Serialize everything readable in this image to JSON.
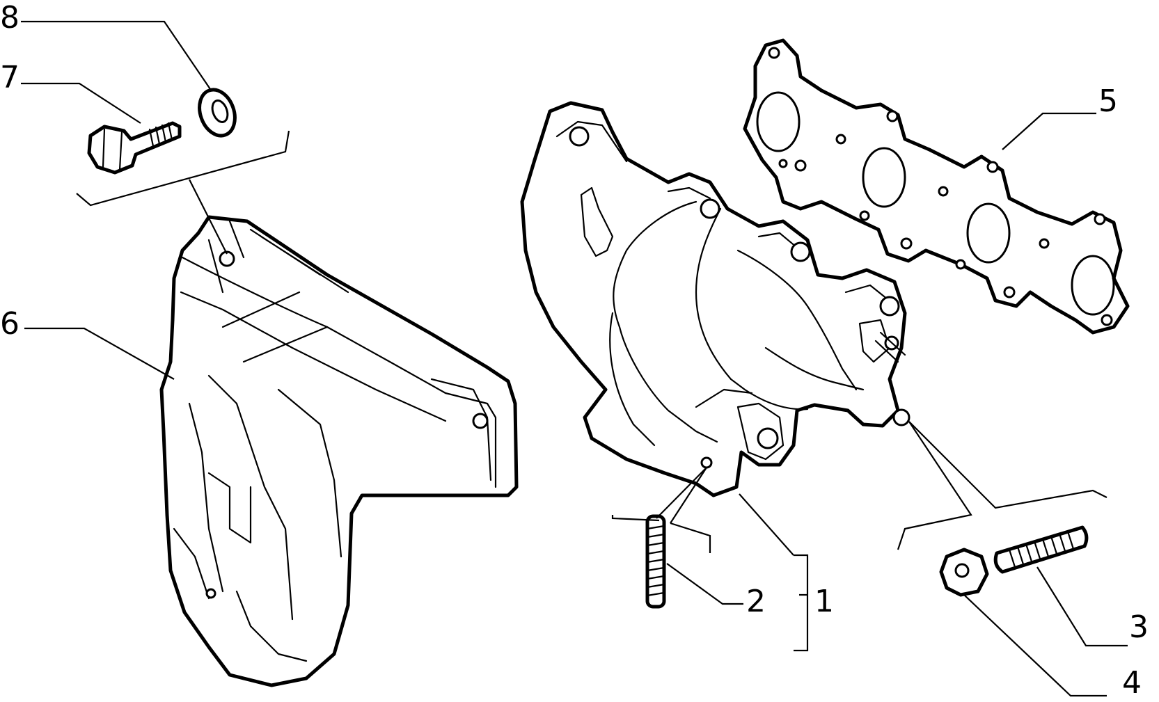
{
  "callouts": {
    "c1": "1",
    "c2": "2",
    "c3": "3",
    "c4": "4",
    "c5": "5",
    "c6": "6",
    "c7": "7",
    "c8": "8"
  },
  "parts": [
    {
      "ref": "1",
      "icon": "exhaust-manifold-assembly-bracket"
    },
    {
      "ref": "2",
      "icon": "stud-icon"
    },
    {
      "ref": "3",
      "icon": "stud-icon"
    },
    {
      "ref": "4",
      "icon": "nut-icon"
    },
    {
      "ref": "5",
      "icon": "gasket-icon"
    },
    {
      "ref": "6",
      "icon": "heat-shield-icon"
    },
    {
      "ref": "7",
      "icon": "bolt-icon"
    },
    {
      "ref": "8",
      "icon": "washer-icon"
    }
  ],
  "colors": {
    "ink": "#000000",
    "background": "#ffffff"
  }
}
